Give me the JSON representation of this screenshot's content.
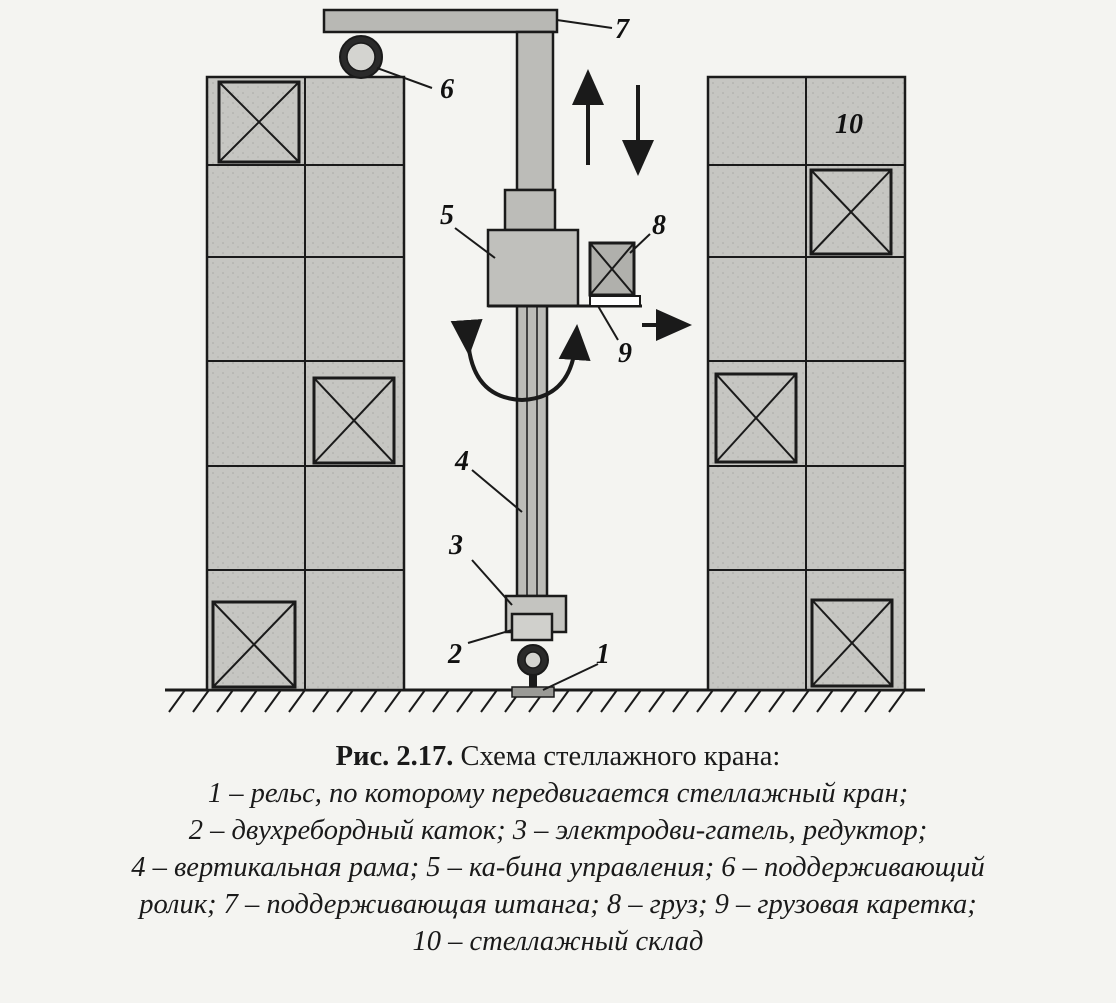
{
  "figure": {
    "labels": {
      "n1": "1",
      "n2": "2",
      "n3": "3",
      "n4": "4",
      "n5": "5",
      "n6": "6",
      "n7": "7",
      "n8": "8",
      "n9": "9",
      "n10": "10"
    },
    "colors": {
      "rack_fill": "#c8c8c4",
      "frame_fill": "#b4b4b0",
      "stroke": "#1a1a1a"
    }
  },
  "caption": {
    "number": "Рис. 2.17.",
    "title": "Схема стеллажного крана:",
    "lines": [
      "1 – рельс, по которому передвигается стеллажный кран;",
      "2 – двухребордный каток; 3 – электродви-гатель, редуктор;",
      "4 – вертикальная рама; 5 – ка-бина управления; 6 – поддерживающий",
      "ролик; 7 – поддерживающая штанга; 8 – груз; 9 – грузовая каретка;",
      "10 – стеллажный склад"
    ]
  }
}
